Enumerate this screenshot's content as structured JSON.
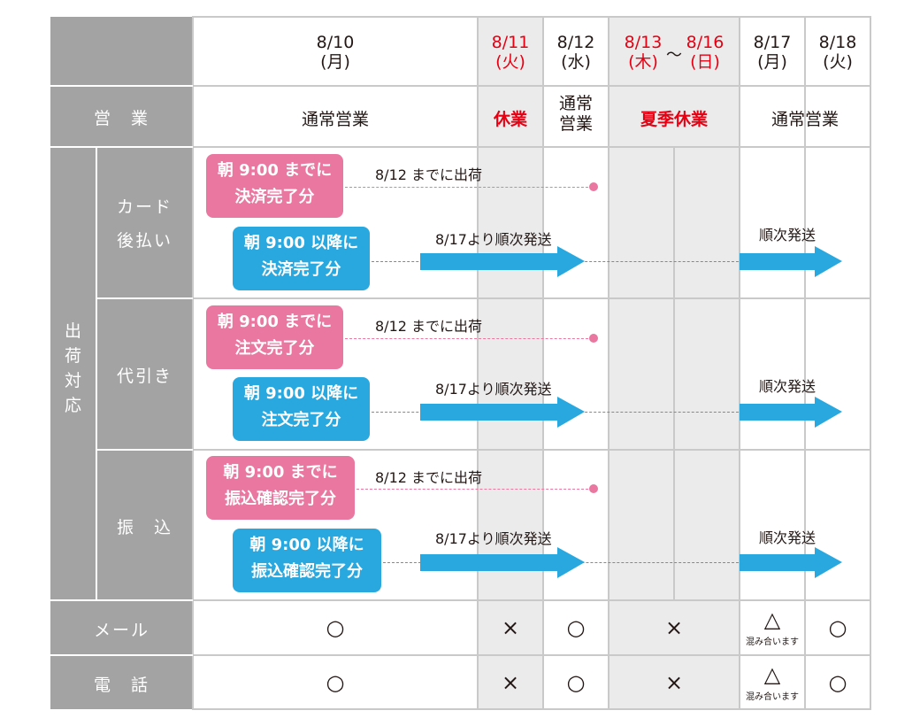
{
  "header": {
    "dates": [
      {
        "date": "8/10",
        "weekday": "(月)"
      },
      {
        "date": "8/11",
        "weekday": "(火)"
      },
      {
        "date": "8/12",
        "weekday": "(水)"
      },
      {
        "date": "8/13",
        "weekday": "(木)"
      },
      {
        "date": "8/16",
        "weekday": "(日)"
      },
      {
        "date": "8/17",
        "weekday": "(月)"
      },
      {
        "date": "8/18",
        "weekday": "(火)"
      }
    ],
    "range_sep": "～"
  },
  "rows": {
    "eigyo_label": "営　業",
    "shukka_label": "出荷対応",
    "card_label_1": "カード",
    "card_label_2": "後払い",
    "daibiki_label": "代引き",
    "furikomi_label": "振　込",
    "mail_label": "メール",
    "phone_label": "電　話"
  },
  "status": {
    "normal": "通常営業",
    "closed": "休業",
    "normal_short_1": "通常",
    "normal_short_2": "営業",
    "summer_closed": "夏季休業",
    "normal_2": "通常営業"
  },
  "flow": {
    "card_before_1": "朝 9:00 までに",
    "card_before_2": "決済完了分",
    "card_after_1": "朝 9:00 以降に",
    "card_after_2": "決済完了分",
    "daibiki_before_1": "朝 9:00 までに",
    "daibiki_before_2": "注文完了分",
    "daibiki_after_1": "朝 9:00 以降に",
    "daibiki_after_2": "注文完了分",
    "furikomi_before_1": "朝 9:00 までに",
    "furikomi_before_2": "振込確認完了分",
    "furikomi_after_1": "朝 9:00 以降に",
    "furikomi_after_2": "振込確認完了分",
    "ship_by": "8/12 までに出荷",
    "ship_from": "8/17より順次発送",
    "ship_seq": "順次発送"
  },
  "contact": {
    "ok": "○",
    "ng": "×",
    "busy": "△",
    "busy_note": "混み合います"
  },
  "colors": {
    "pink": "#e9779f",
    "blue": "#29a8e0",
    "red": "#e60012",
    "gray": "#a3a3a3",
    "highlight": "#ebebeb"
  }
}
